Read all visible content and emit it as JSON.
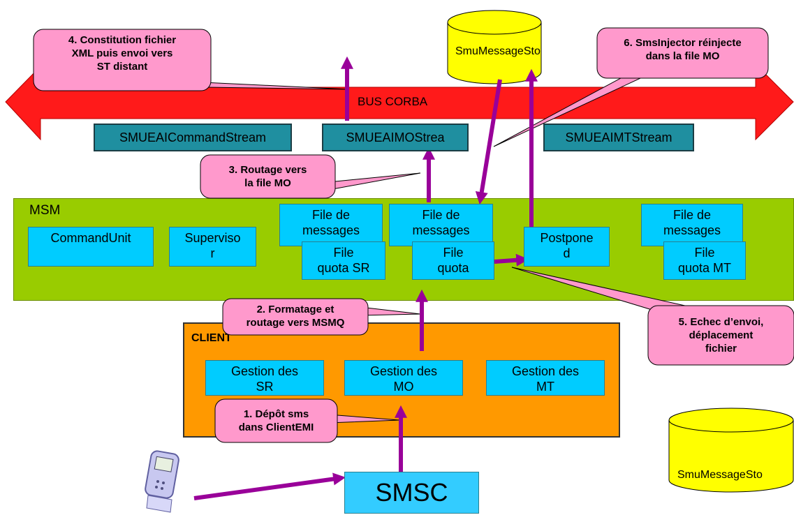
{
  "bus": {
    "label": "BUS CORBA"
  },
  "streams": {
    "command": "SMUEAICommandStream",
    "mo": "SMUEAIMOStrea",
    "mt": "SMUEAIMTStream"
  },
  "msm": {
    "title": "MSM",
    "command_unit": "CommandUnit",
    "supervisor_line1": "Superviso",
    "supervisor_line2": "r",
    "queues_sr": {
      "messages_line1": "File de",
      "messages_line2": "messages",
      "quota_line1": "File",
      "quota_line2": "quota SR"
    },
    "queues_mo": {
      "messages_line1": "File de",
      "messages_line2": "messages",
      "quota_line1": "File",
      "quota_line2": "quota"
    },
    "queues_mt": {
      "messages_line1": "File de",
      "messages_line2": "messages",
      "quota_line1": "File",
      "quota_line2": "quota MT"
    },
    "postponed_line1": "Postpone",
    "postponed_line2": "d"
  },
  "client": {
    "title": "CLIENT",
    "gestion_sr_line1": "Gestion des",
    "gestion_sr_line2": "SR",
    "gestion_mo_line1": "Gestion des",
    "gestion_mo_line2": "MO",
    "gestion_mt_line1": "Gestion des",
    "gestion_mt_line2": "MT"
  },
  "smsc": "SMSC",
  "databases": {
    "top": "SmuMessageSto",
    "bottom": "SmuMessageSto"
  },
  "callouts": {
    "c1": {
      "line1": "1. Dépôt sms",
      "line2": "dans ClientEMI"
    },
    "c2": {
      "line1": "2. Formatage et",
      "line2": "routage vers MSMQ"
    },
    "c3": {
      "line1": "3. Routage vers",
      "line2": "la file MO"
    },
    "c4": {
      "line1": "4. Constitution fichier",
      "line2": "XML puis envoi vers",
      "line3": "ST distant"
    },
    "c5": {
      "line1": "5. Echec d’envoi,",
      "line2": "déplacement",
      "line3": "fichier"
    },
    "c6": {
      "line1": "6. SmsInjector réinjecte",
      "line2": "dans la file MO"
    }
  },
  "colors": {
    "bus": "#ff1a1a",
    "msm": "#99cc00",
    "client": "#ff9900",
    "cyan_box": "#00ccff",
    "teal_box": "#1f8fa0",
    "arrow": "#990099",
    "callout": "#ff99cc",
    "database": "#ffff00"
  }
}
